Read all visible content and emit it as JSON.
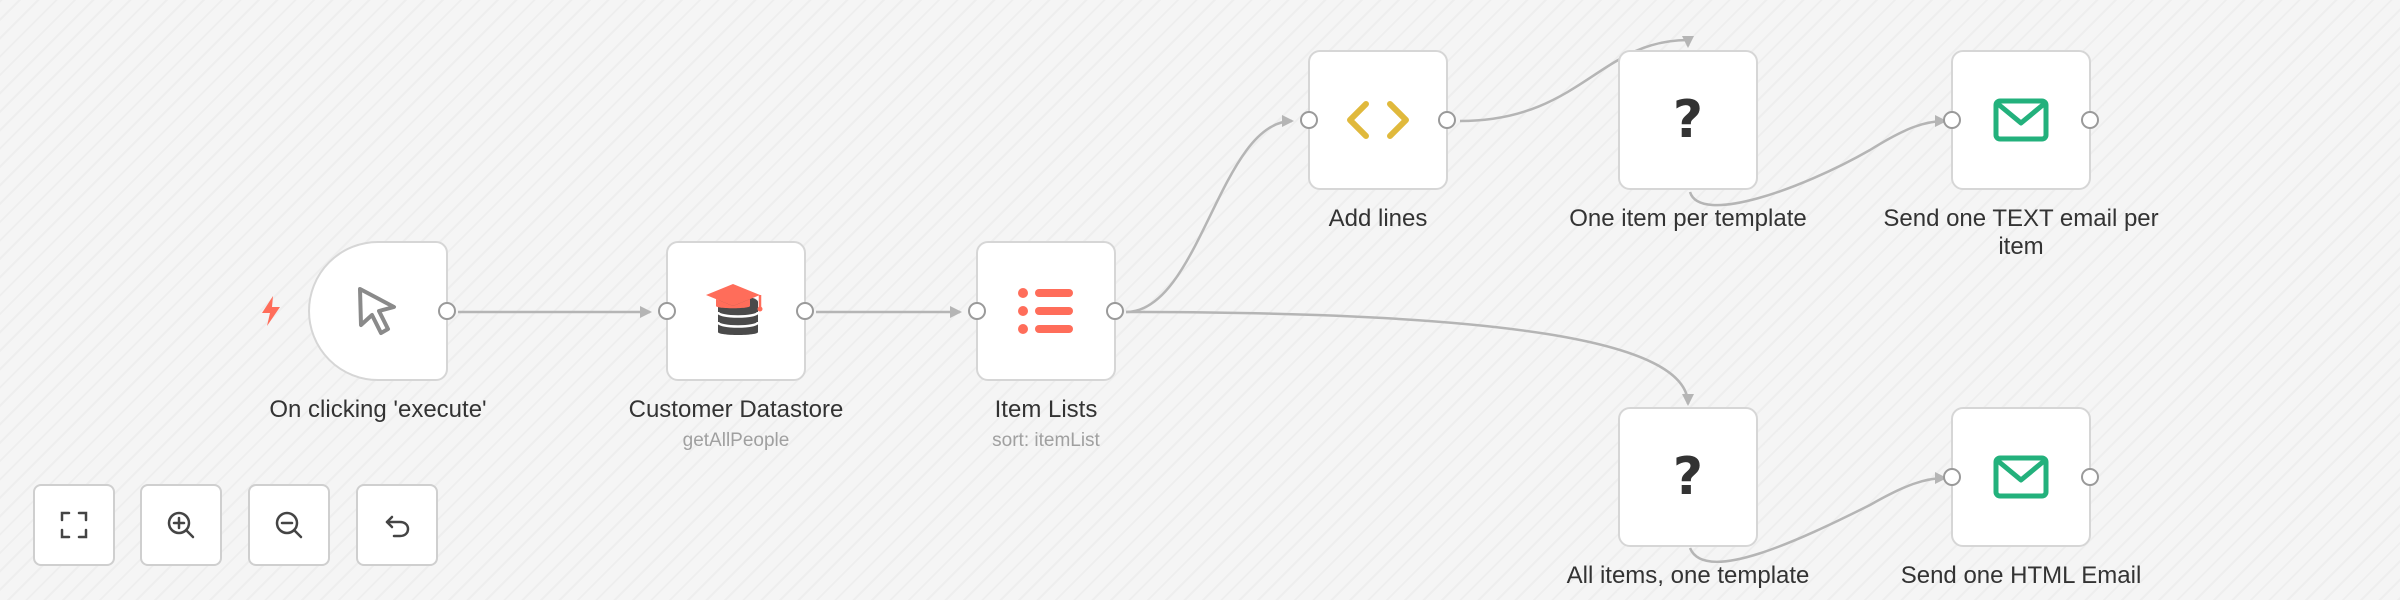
{
  "workflow": {
    "nodes": {
      "trigger": {
        "label": "On clicking 'execute'",
        "icon": "cursor-arrow-icon"
      },
      "datastore": {
        "label": "Customer Datastore",
        "subtitle": "getAllPeople",
        "icon": "datastore-icon"
      },
      "itemlists": {
        "label": "Item Lists",
        "subtitle": "sort: itemList",
        "icon": "list-icon"
      },
      "addlines": {
        "label": "Add lines",
        "icon": "code-icon"
      },
      "oneitem": {
        "label": "One item per template",
        "glyph": "?",
        "icon": "question-icon"
      },
      "textemail": {
        "label": "Send one TEXT email per item",
        "icon": "mail-icon"
      },
      "allitems": {
        "label": "All items, one template",
        "glyph": "?",
        "icon": "question-icon"
      },
      "htmlemail": {
        "label": "Send one HTML Email",
        "icon": "mail-icon"
      }
    }
  },
  "controls": {
    "fit": {
      "icon": "fit-view-icon"
    },
    "zoom_in": {
      "icon": "zoom-in-icon"
    },
    "zoom_out": {
      "icon": "zoom-out-icon"
    },
    "reset": {
      "icon": "undo-icon"
    }
  },
  "colors": {
    "accent": "#ff6d5a",
    "code": "#e0b93c",
    "mail": "#23b17c",
    "edge": "#b5b5b5",
    "node_border": "#d6d6d6"
  }
}
